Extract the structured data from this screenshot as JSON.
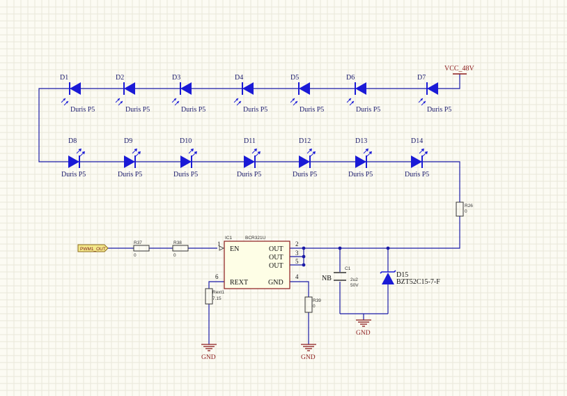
{
  "power": {
    "vcc": "VCC_48V"
  },
  "ground": {
    "label": "GND"
  },
  "leds": {
    "top": [
      {
        "ref": "D1",
        "value": "Duris P5"
      },
      {
        "ref": "D2",
        "value": "Duris P5"
      },
      {
        "ref": "D3",
        "value": "Duris P5"
      },
      {
        "ref": "D4",
        "value": "Duris P5"
      },
      {
        "ref": "D5",
        "value": "Duris P5"
      },
      {
        "ref": "D6",
        "value": "Duris P5"
      },
      {
        "ref": "D7",
        "value": "Duris P5"
      }
    ],
    "bottom": [
      {
        "ref": "D8",
        "value": "Duris P5"
      },
      {
        "ref": "D9",
        "value": "Duris P5"
      },
      {
        "ref": "D10",
        "value": "Duris P5"
      },
      {
        "ref": "D11",
        "value": "Duris P5"
      },
      {
        "ref": "D12",
        "value": "Duris P5"
      },
      {
        "ref": "D13",
        "value": "Duris P5"
      },
      {
        "ref": "D14",
        "value": "Duris P5"
      }
    ]
  },
  "resistors": {
    "r26": {
      "ref": "R26",
      "value": "0"
    },
    "r37": {
      "ref": "R37",
      "value": "0"
    },
    "r38": {
      "ref": "R38",
      "value": "0"
    },
    "r39": {
      "ref": "R39",
      "value": "0"
    },
    "rext": {
      "ref": "Rext1",
      "value": "7.15"
    }
  },
  "port": {
    "label": "PWM1_OUT"
  },
  "ic": {
    "ref": "IC1",
    "part": "BCR321U",
    "pins": {
      "en": "EN",
      "out": "OUT",
      "rext": "REXT",
      "gnd": "GND"
    },
    "pin_numbers": {
      "en": "1",
      "out1": "2",
      "out2": "3",
      "out3": "5",
      "rext": "6",
      "gnd": "4"
    }
  },
  "capacitor": {
    "ref": "C1",
    "value": "2u2",
    "voltage": "50V",
    "note": "NB"
  },
  "zener": {
    "ref": "D15",
    "value": "BZT52C15-7-F"
  }
}
